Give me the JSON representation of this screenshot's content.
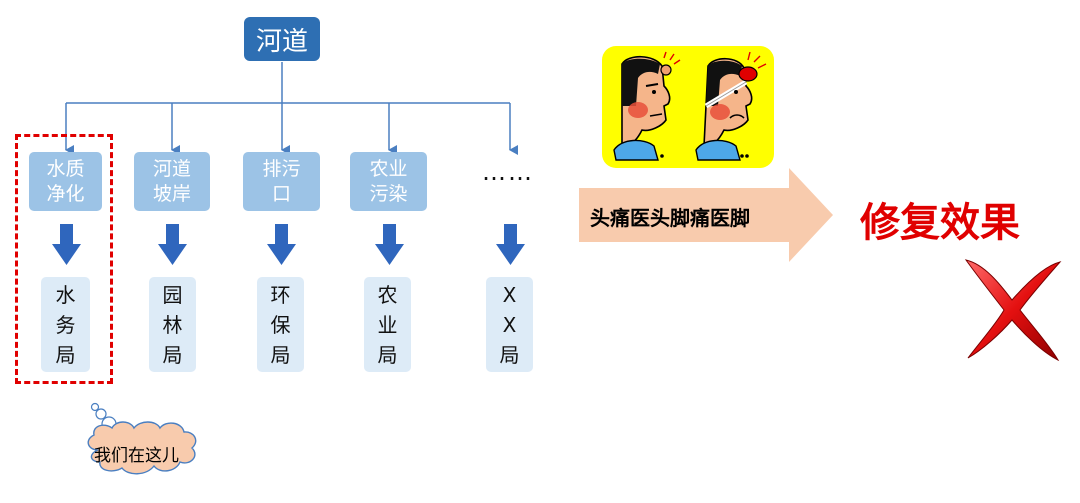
{
  "diagram": {
    "root": "河道",
    "categories": [
      "水质\n净化",
      "河道\n坡岸",
      "排污\n口",
      "农业\n污染"
    ],
    "ellipsis": "……",
    "agencies": [
      "水\n务\n局",
      "园\n林\n局",
      "环\n保\n局",
      "农\n业\n局",
      "X\nX\n局"
    ],
    "callout": "我们在这儿"
  },
  "banner": {
    "label": "头痛医头脚痛医脚"
  },
  "result": {
    "label": "修复效果"
  },
  "colors": {
    "root_fill": "#2e6fb3",
    "category_fill": "#9cc3e6",
    "agency_fill": "#ddebf7",
    "arrow_fill": "#2f66bd",
    "highlight_dash": "#e00000",
    "banner_fill": "#f8cbad",
    "result_text": "#e00000",
    "cartoon_panel": "#ffff00"
  },
  "icons": [
    "down-arrow-icon",
    "cartoon-headache-icon",
    "right-arrow-icon",
    "red-x-icon",
    "thought-cloud-icon"
  ]
}
